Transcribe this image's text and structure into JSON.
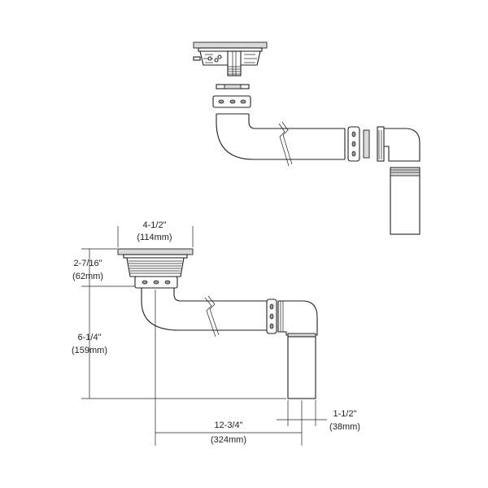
{
  "drawing": {
    "dimensions": {
      "strainer_width": {
        "imperial": "4-1/2\"",
        "metric": "(114mm)"
      },
      "flange_height": {
        "imperial": "2-7/16\"",
        "metric": "(62mm)"
      },
      "drop_height": {
        "imperial": "6-1/4\"",
        "metric": "(159mm)"
      },
      "horizontal_run": {
        "imperial": "12-3/4\"",
        "metric": "(324mm)"
      },
      "tailpiece_diameter": {
        "imperial": "1-1/2\"",
        "metric": "(38mm)"
      }
    },
    "colors": {
      "line": "#231f20",
      "shade": "#d9d9d9",
      "background": "#ffffff"
    }
  }
}
